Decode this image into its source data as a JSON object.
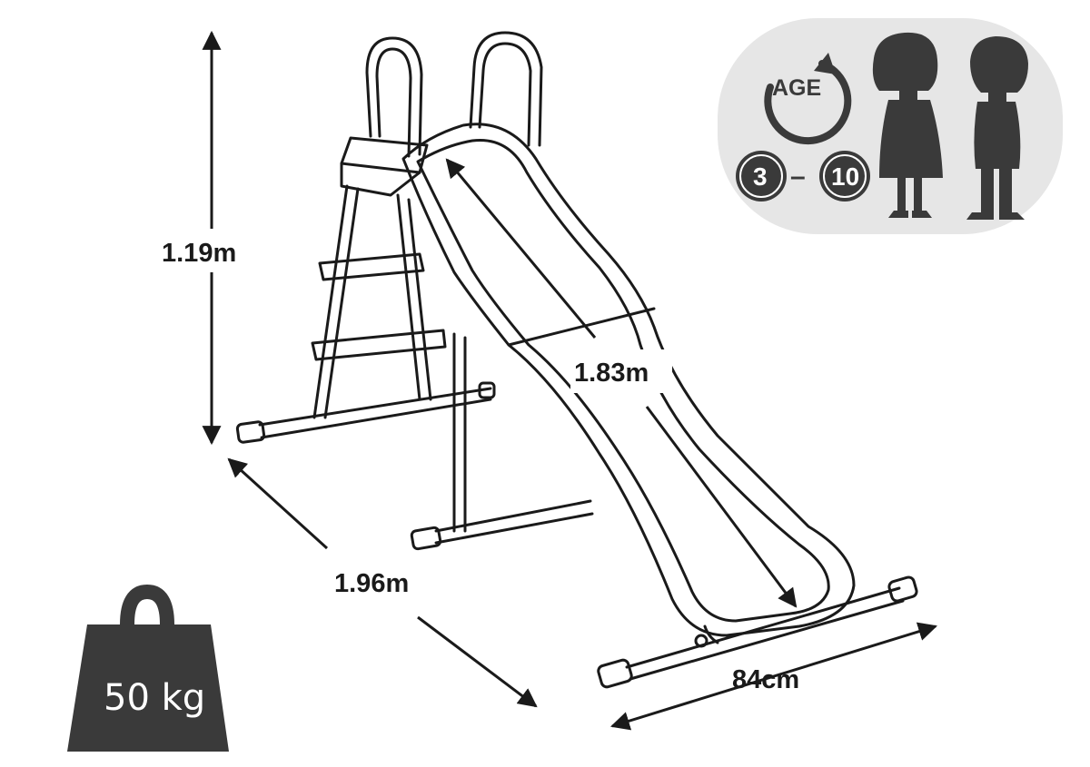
{
  "dimensions": {
    "height": "1.19m",
    "slide_length": "1.83m",
    "depth": "1.96m",
    "width": "84cm"
  },
  "age_badge": {
    "word": "AGE",
    "min": "3",
    "separator": "–",
    "max": "10"
  },
  "weight_badge": {
    "value": "50 kg"
  },
  "colors": {
    "line": "#1a1a1a",
    "badge_bg": "#e6e6e6",
    "icon_dark": "#3a3a3a"
  }
}
